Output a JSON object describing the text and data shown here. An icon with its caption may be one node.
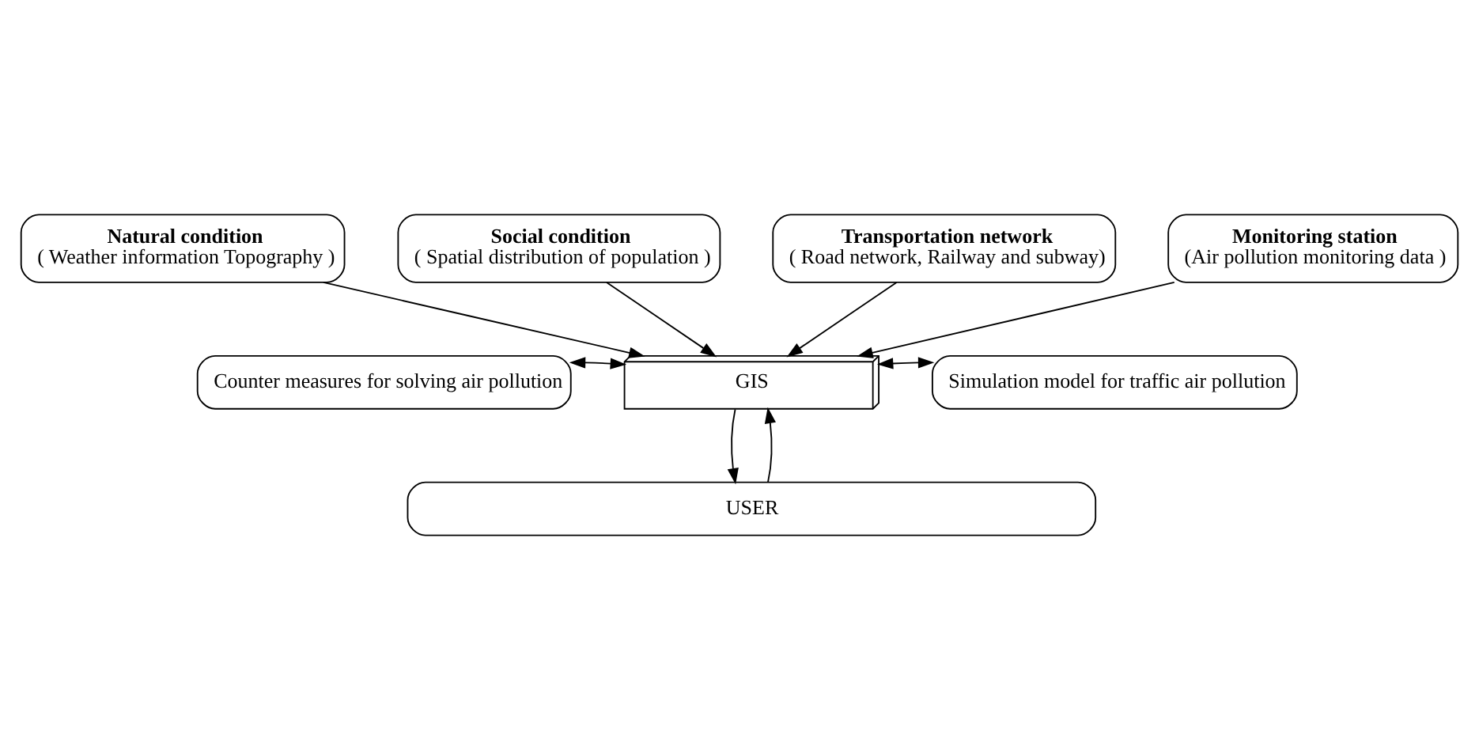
{
  "diagram": {
    "nodes": [
      {
        "text": [
          "Natural condition",
          "( Weather information Topography )"
        ]
      },
      {
        "text": [
          "Social condition",
          "( Spatial distribution of population )"
        ]
      },
      {
        "text": [
          "Transportation network",
          "( Road network, Railway and subway)"
        ]
      },
      {
        "text": [
          "Monitoring station",
          "(Air pollution monitoring data )"
        ]
      },
      {
        "text": [
          "Counter measures for solving air pollution"
        ]
      },
      {
        "text": [
          "GIS"
        ]
      },
      {
        "text": [
          "Simulation model for traffic air pollution"
        ]
      },
      {
        "text": [
          "USER"
        ]
      }
    ],
    "edges": [
      {
        "from": 0,
        "to": 5,
        "arrow": "to"
      },
      {
        "from": 1,
        "to": 5,
        "arrow": "to"
      },
      {
        "from": 2,
        "to": 5,
        "arrow": "to"
      },
      {
        "from": 3,
        "to": 5,
        "arrow": "to"
      },
      {
        "from": 4,
        "to": 5,
        "arrow": "both"
      },
      {
        "from": 6,
        "to": 5,
        "arrow": "both"
      },
      {
        "from": 7,
        "to": 5,
        "arrow": "to"
      },
      {
        "from": 5,
        "to": 7,
        "arrow": "to"
      }
    ]
  }
}
